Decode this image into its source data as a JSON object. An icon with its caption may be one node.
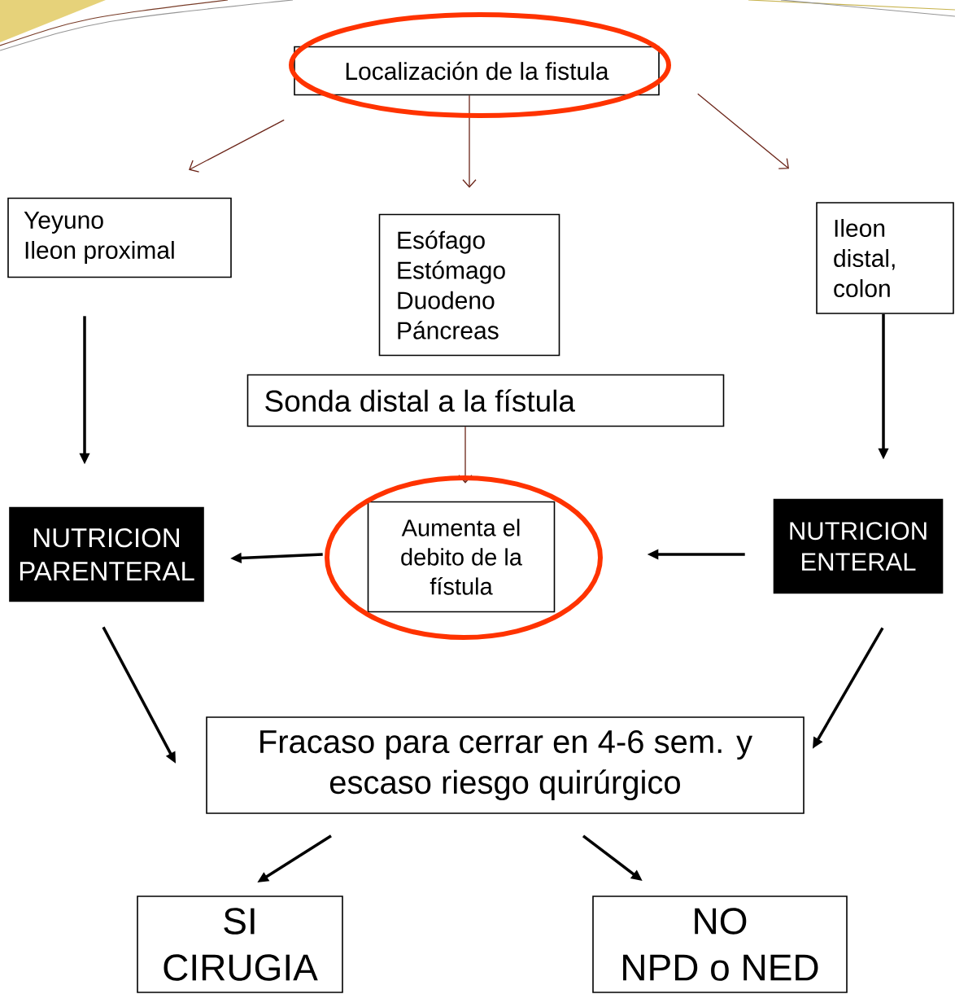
{
  "diagram": {
    "nodes": [
      {
        "text": [
          "Localización de la fistula"
        ]
      },
      {
        "text": [
          "Yeyuno Ileon proximal"
        ]
      },
      {
        "text": [
          "Esófago Estómago Duodeno Páncreas"
        ]
      },
      {
        "text": [
          "Ileon distal, colon"
        ]
      },
      {
        "text": [
          "Sonda distal a la fístula"
        ]
      },
      {
        "text": [
          "NUTRICION PARENTERAL"
        ]
      },
      {
        "text": [
          "Aumenta el debito de la fístula"
        ]
      },
      {
        "text": [
          "NUTRICION ENTERAL"
        ]
      },
      {
        "text": [
          "Fracaso para cerrar en 4-6 sem. y escaso riesgo quirúrgico"
        ]
      },
      {
        "text": [
          "SI CIRUGIA"
        ]
      },
      {
        "text": [
          "NO NPD o NED"
        ]
      }
    ],
    "edges": [
      {
        "from": 0,
        "to": 1,
        "arrow": "to",
        "color": "#6b2418"
      },
      {
        "from": 0,
        "to": 2,
        "arrow": "to",
        "color": "#6b2418"
      },
      {
        "from": 0,
        "to": 3,
        "arrow": "to",
        "color": "#6b2418"
      },
      {
        "from": 1,
        "to": 5,
        "arrow": "to"
      },
      {
        "from": 3,
        "to": 7,
        "arrow": "to"
      },
      {
        "from": 4,
        "to": 6,
        "arrow": "to",
        "color": "#6b2418"
      },
      {
        "from": 6,
        "to": 5,
        "arrow": "to"
      },
      {
        "from": 7,
        "to": 6,
        "arrow": "to"
      },
      {
        "from": 5,
        "to": 8,
        "arrow": "to"
      },
      {
        "from": 7,
        "to": 8,
        "arrow": "to"
      },
      {
        "from": 8,
        "to": 9,
        "arrow": "to"
      },
      {
        "from": 8,
        "to": 10,
        "arrow": "to"
      }
    ]
  }
}
